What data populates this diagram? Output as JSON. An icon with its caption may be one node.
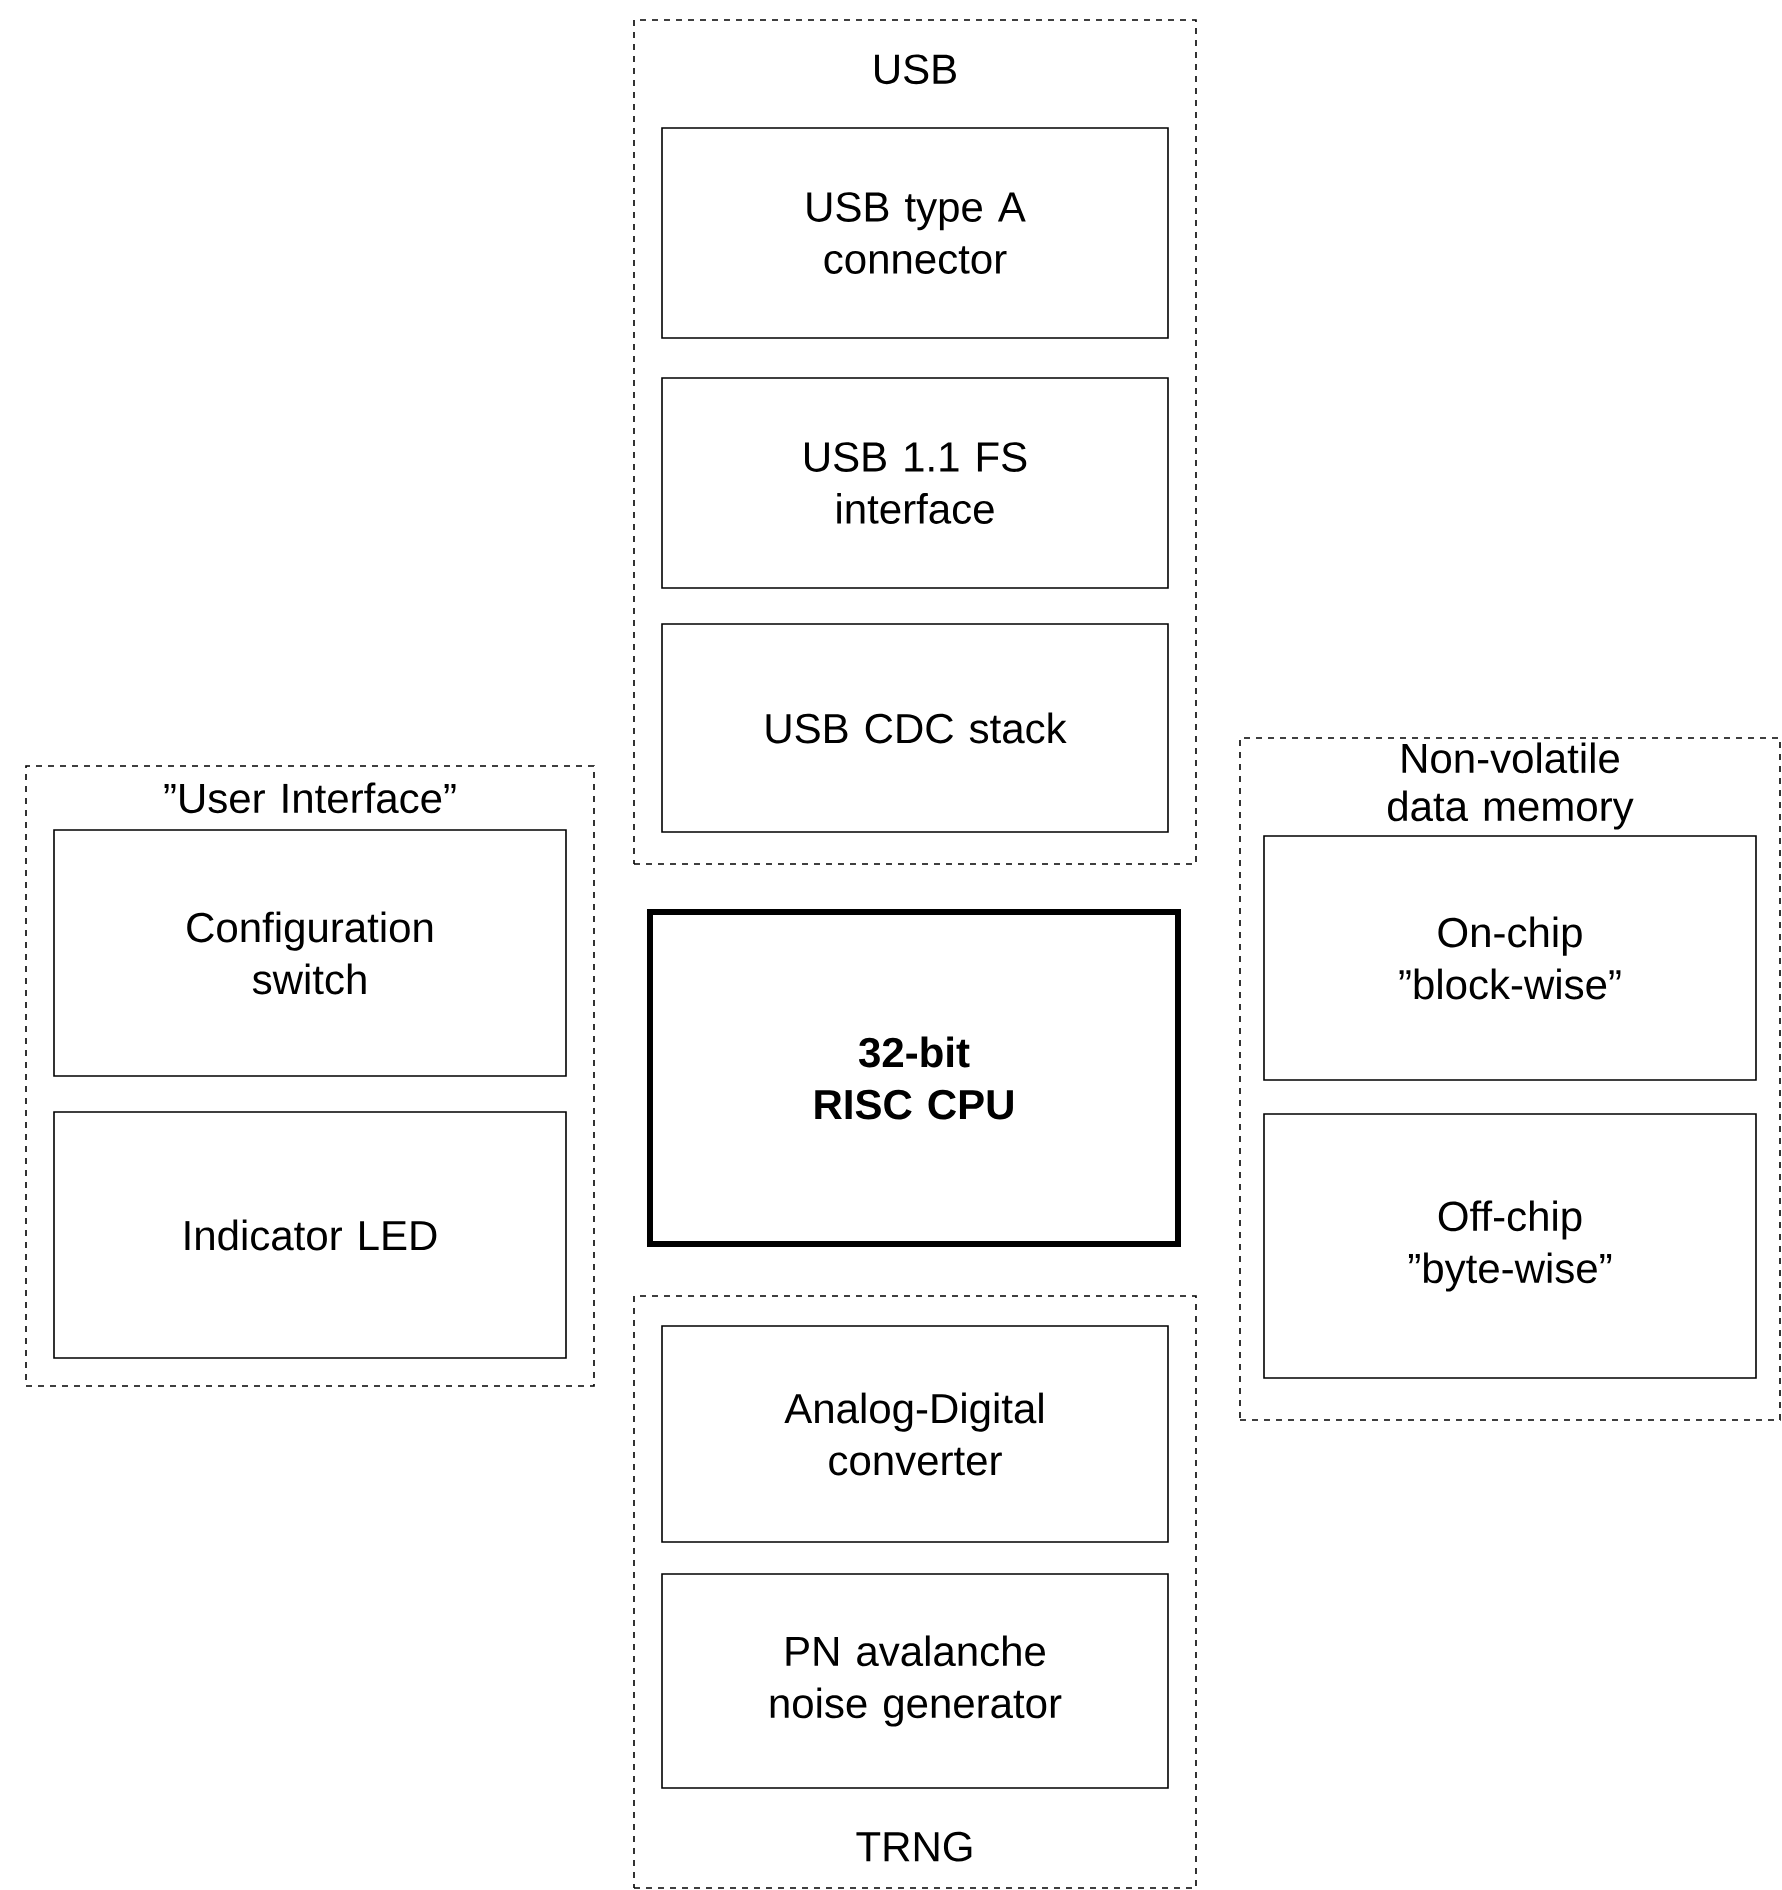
{
  "diagram": {
    "nodes": [
      {
        "text": [
          "USB"
        ]
      },
      {
        "text": [
          "USB type A connector"
        ],
        "in": 0
      },
      {
        "text": [
          "USB 1.1 FS interface"
        ],
        "in": 0
      },
      {
        "text": [
          "USB CDC stack"
        ],
        "in": 0
      },
      {
        "text": [
          "”User Interface”"
        ]
      },
      {
        "text": [
          "Configuration switch"
        ],
        "in": 4
      },
      {
        "text": [
          "Indicator LED"
        ],
        "in": 4
      },
      {
        "text": [
          "32-bit RISC CPU"
        ]
      },
      {
        "text": [
          "Non-volatile data memory"
        ]
      },
      {
        "text": [
          "On-chip ”block-wise”"
        ],
        "in": 8
      },
      {
        "text": [
          "Off-chip ”byte-wise”"
        ],
        "in": 8
      },
      {
        "text": [
          "TRNG"
        ]
      },
      {
        "text": [
          "Analog-Digital converter"
        ],
        "in": 11
      },
      {
        "text": [
          "PN avalanche noise generator"
        ],
        "in": 11
      }
    ],
    "edges": []
  }
}
